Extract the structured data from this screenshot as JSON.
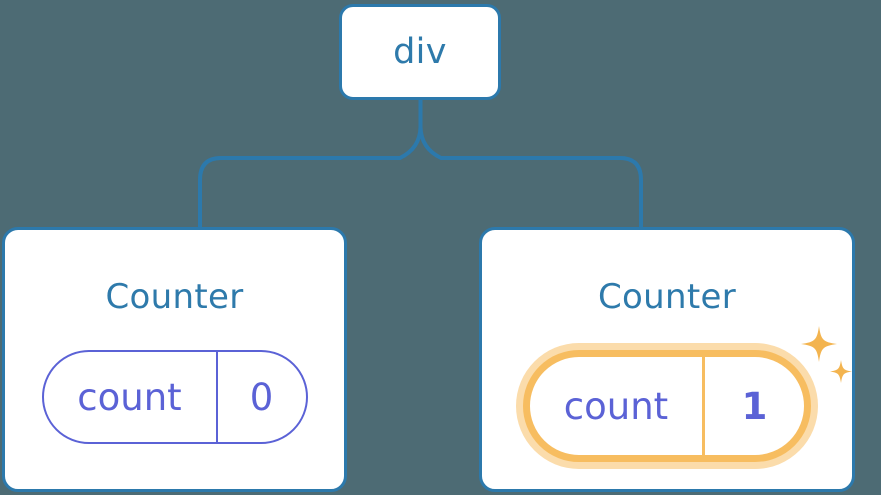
{
  "diagram": {
    "type": "component-tree",
    "background_color": "#4d6b74",
    "node_border_color": "#2c79ac",
    "node_fill_color": "#ffffff",
    "node_text_color": "#2e7aab",
    "connector_color": "#2c79ac",
    "state_color": "#5b62d6",
    "highlight_color": "#f7bd60",
    "highlight_glow_color": "#fbdcab",
    "root": {
      "label": "div"
    },
    "children": [
      {
        "title": "Counter",
        "state": {
          "key": "count",
          "value": "0"
        },
        "highlighted": false
      },
      {
        "title": "Counter",
        "state": {
          "key": "count",
          "value": "1"
        },
        "highlighted": true,
        "sparkle_count": 2
      }
    ]
  }
}
